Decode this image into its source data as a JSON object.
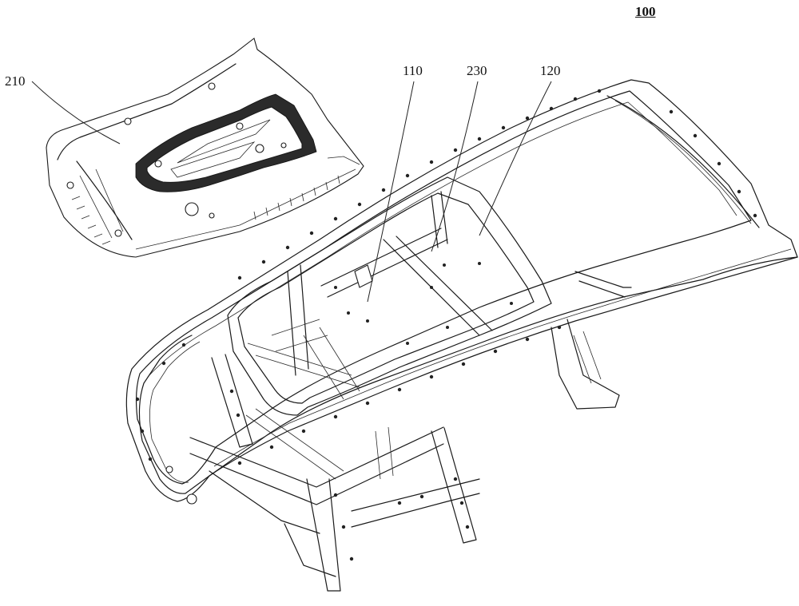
{
  "figure": {
    "assembly_number": "100",
    "reference_numerals": [
      {
        "id": "cover-panel",
        "text": "210"
      },
      {
        "id": "inner-frame",
        "text": "110"
      },
      {
        "id": "cross-member",
        "text": "230"
      },
      {
        "id": "outer-ring",
        "text": "120"
      }
    ]
  }
}
